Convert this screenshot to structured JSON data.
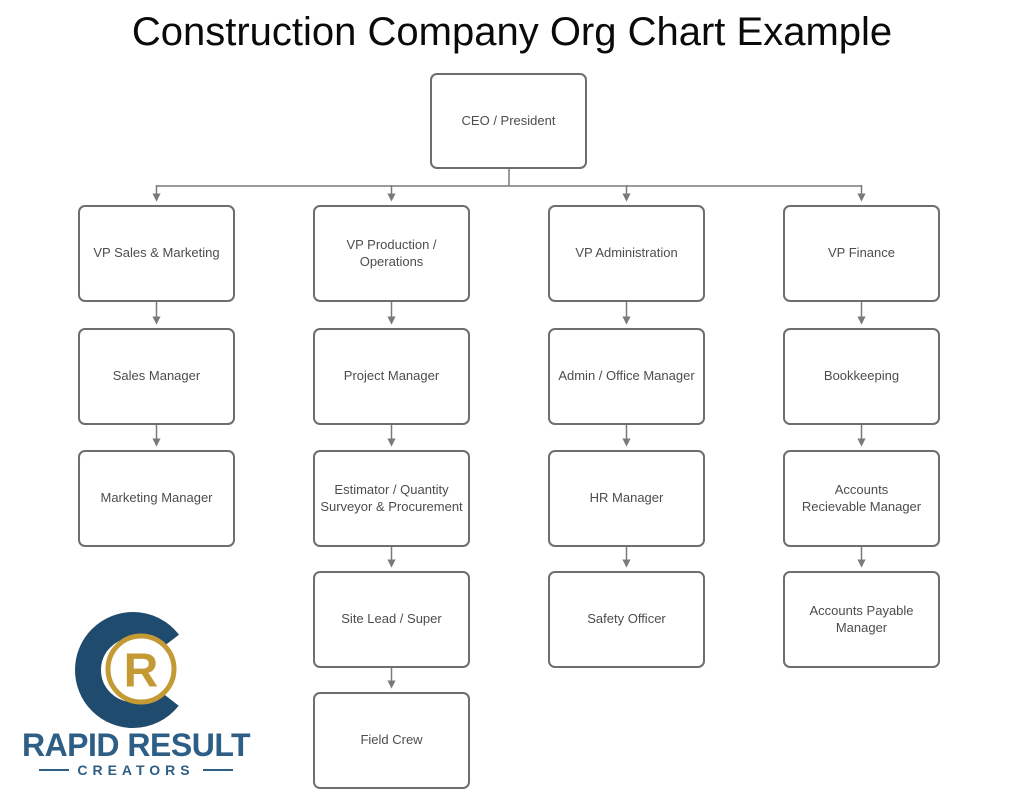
{
  "title": "Construction Company Org Chart Example",
  "chart": {
    "nodes": [
      {
        "id": "ceo",
        "label": "CEO / President",
        "reports_to": null
      },
      {
        "id": "vp-sales-marketing",
        "label": "VP Sales & Marketing",
        "reports_to": "ceo"
      },
      {
        "id": "vp-production-operations",
        "label": "VP Production /\nOperations",
        "reports_to": "ceo"
      },
      {
        "id": "vp-administration",
        "label": "VP Administration",
        "reports_to": "ceo"
      },
      {
        "id": "vp-finance",
        "label": "VP Finance",
        "reports_to": "ceo"
      },
      {
        "id": "sales-manager",
        "label": "Sales Manager",
        "reports_to": "vp-sales-marketing"
      },
      {
        "id": "project-manager",
        "label": "Project Manager",
        "reports_to": "vp-production-operations"
      },
      {
        "id": "admin-office-manager",
        "label": "Admin / Office Manager",
        "reports_to": "vp-administration"
      },
      {
        "id": "bookkeeping",
        "label": "Bookkeeping",
        "reports_to": "vp-finance"
      },
      {
        "id": "marketing-manager",
        "label": "Marketing Manager",
        "reports_to": "sales-manager"
      },
      {
        "id": "estimator-quantity-surveyor",
        "label": "Estimator / Quantity\nSurveyor & Procurement",
        "reports_to": "project-manager"
      },
      {
        "id": "hr-manager",
        "label": "HR Manager",
        "reports_to": "admin-office-manager"
      },
      {
        "id": "accounts-receivable-manager",
        "label": "Accounts\nRecievable Manager",
        "reports_to": "bookkeeping"
      },
      {
        "id": "site-lead-super",
        "label": "Site Lead / Super",
        "reports_to": "estimator-quantity-surveyor"
      },
      {
        "id": "safety-officer",
        "label": "Safety Officer",
        "reports_to": "hr-manager"
      },
      {
        "id": "accounts-payable-manager",
        "label": "Accounts Payable\nManager",
        "reports_to": "accounts-receivable-manager"
      },
      {
        "id": "field-crew",
        "label": "Field Crew",
        "reports_to": "site-lead-super"
      }
    ],
    "colors": {
      "box_border": "#6e6e6e",
      "connector": "#7a7a7a",
      "box_text": "#4d4d4d"
    }
  },
  "logo": {
    "monogram_r": "R",
    "line1": "RAPID RESULT",
    "line2": "CREATORS",
    "colors": {
      "navy": "#1f4b6e",
      "gold": "#c49a35",
      "wordmark": "#2d5e86"
    }
  }
}
